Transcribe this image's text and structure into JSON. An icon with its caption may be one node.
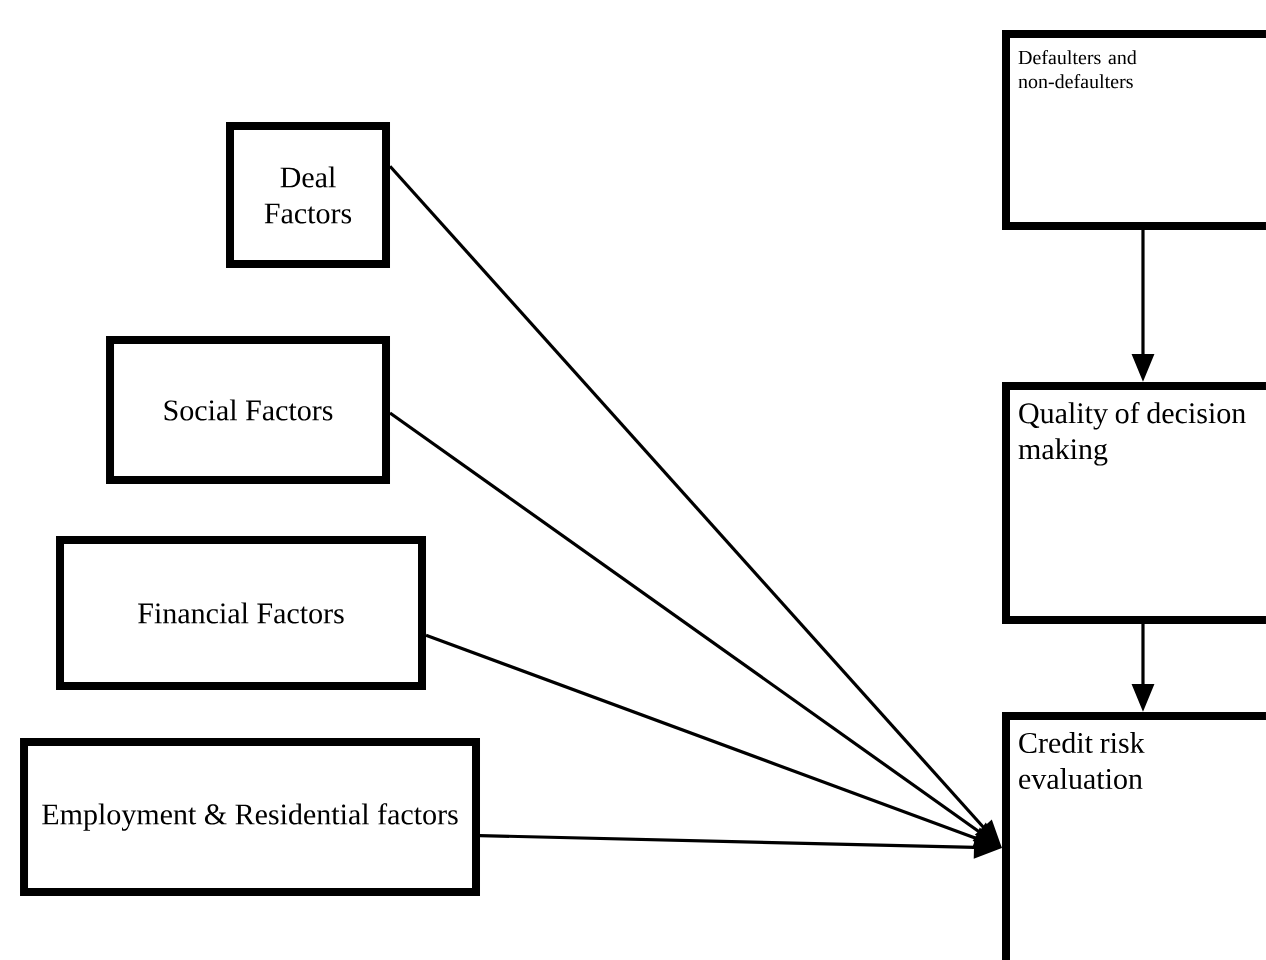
{
  "diagram": {
    "nodes": [
      {
        "text": [
          "Deal Factors"
        ]
      },
      {
        "text": [
          "Social Factors"
        ]
      },
      {
        "text": [
          "Financial Factors"
        ]
      },
      {
        "text": [
          "Employment & Residential factors"
        ]
      },
      {
        "text": [
          "Defaulters and non-defaulters"
        ]
      },
      {
        "text": [
          "Quality of decision making"
        ]
      },
      {
        "text": [
          "Credit risk evaluation"
        ]
      }
    ],
    "edges": [
      {
        "from": 0,
        "to": 6,
        "arrow": "to"
      },
      {
        "from": 1,
        "to": 6,
        "arrow": "to"
      },
      {
        "from": 2,
        "to": 6,
        "arrow": "to"
      },
      {
        "from": 3,
        "to": 6,
        "arrow": "to"
      },
      {
        "from": 4,
        "to": 5,
        "arrow": "to"
      },
      {
        "from": 5,
        "to": 6,
        "arrow": "to"
      }
    ]
  }
}
